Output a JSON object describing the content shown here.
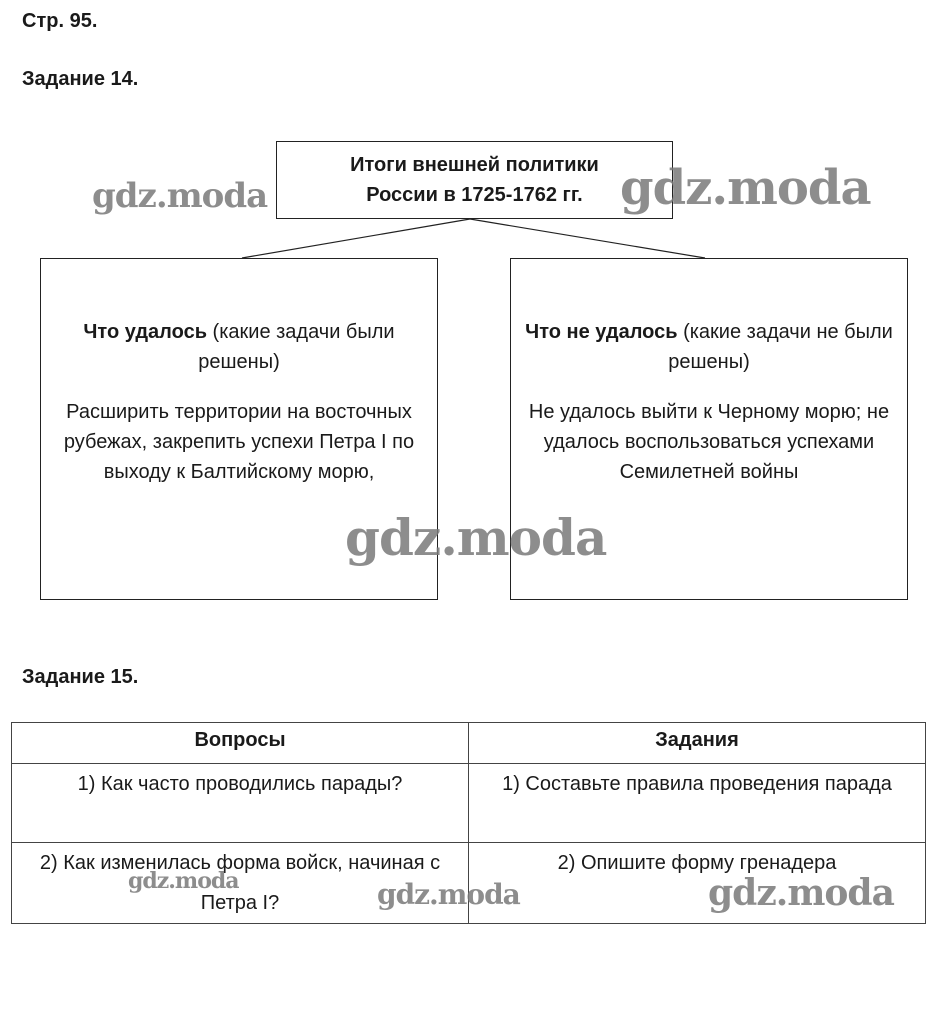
{
  "page_number": "Стр. 95.",
  "task14": {
    "heading": "Задание 14.",
    "title_line1": "Итоги внешней политики",
    "title_line2": "России в 1725-1762 гг.",
    "left": {
      "heading_bold": "Что удалось",
      "heading_rest": " (какие задачи были решены)",
      "body": "Расширить территории на восточных рубежах, закрепить успехи Петра I по выходу к Балтийскому морю,"
    },
    "right": {
      "heading_bold": "Что не удалось",
      "heading_rest": " (какие задачи не были решены)",
      "body": "Не удалось выйти к Черному морю; не удалось воспользоваться успехами Семилетней войны"
    }
  },
  "task15": {
    "heading": "Задание 15.",
    "columns": [
      "Вопросы",
      "Задания"
    ],
    "rows": [
      {
        "question": "1) Как часто проводились парады?",
        "task": "1) Составьте правила проведения парада"
      },
      {
        "question": "2) Как изменилась форма войск, начиная с Петра I?",
        "task": "2) Опишите форму гренадера"
      }
    ]
  },
  "watermark": "gdz.moda"
}
